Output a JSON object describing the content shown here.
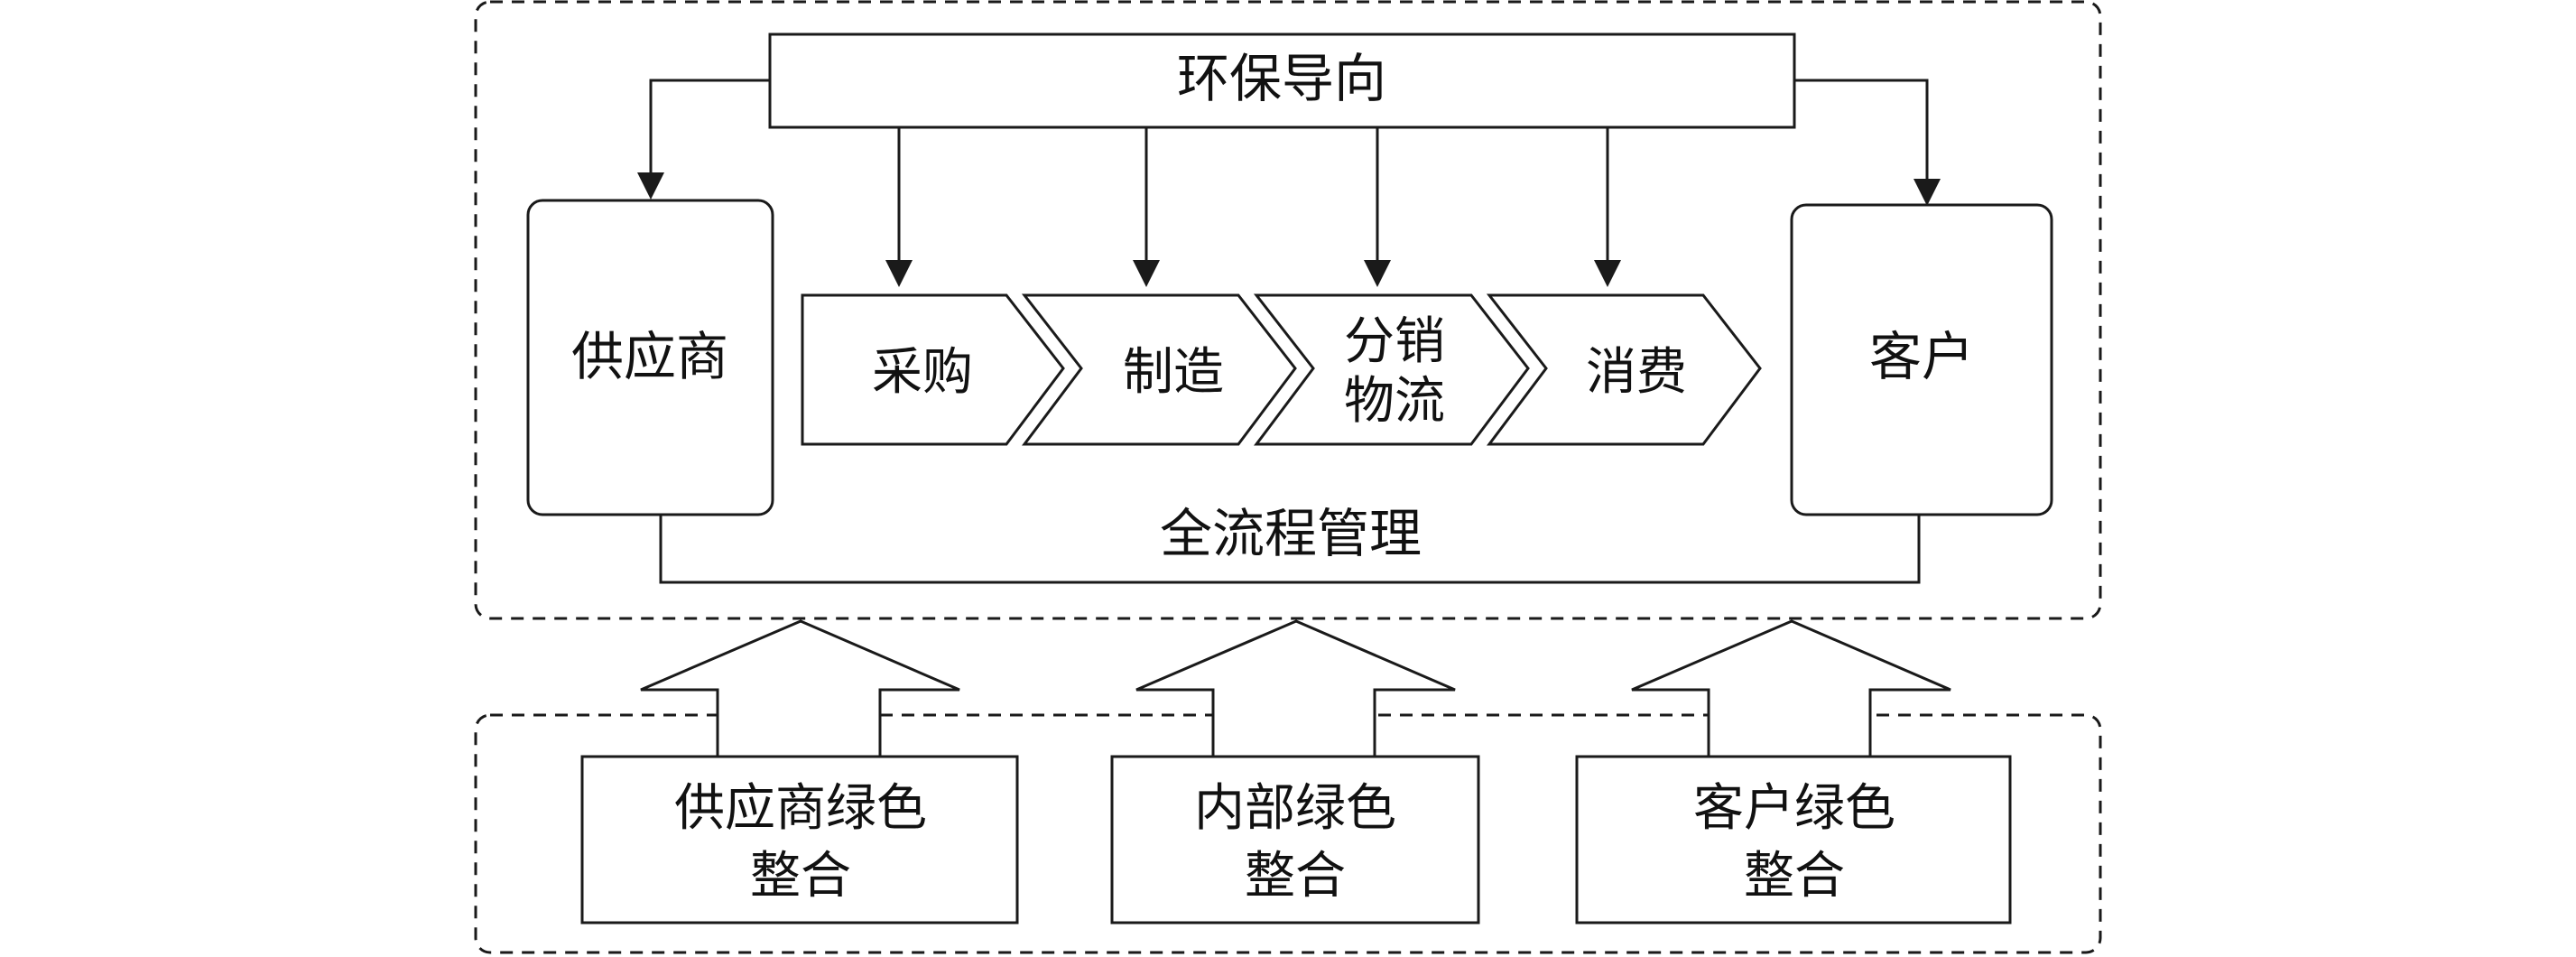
{
  "diagram": {
    "top_banner": "环保导向",
    "left_node": "供应商",
    "right_node": "客户",
    "process_steps": [
      {
        "lines": [
          "采购"
        ]
      },
      {
        "lines": [
          "制造"
        ]
      },
      {
        "lines": [
          "分销",
          "物流"
        ]
      },
      {
        "lines": [
          "消费"
        ]
      }
    ],
    "bottom_label": "全流程管理",
    "integration_groups": [
      {
        "lines": [
          "供应商绿色",
          "整合"
        ]
      },
      {
        "lines": [
          "内部绿色",
          "整合"
        ]
      },
      {
        "lines": [
          "客户绿色",
          "整合"
        ]
      }
    ],
    "colors": {
      "stroke": "#1a1a1a",
      "text": "#111111",
      "background": "#ffffff"
    }
  }
}
